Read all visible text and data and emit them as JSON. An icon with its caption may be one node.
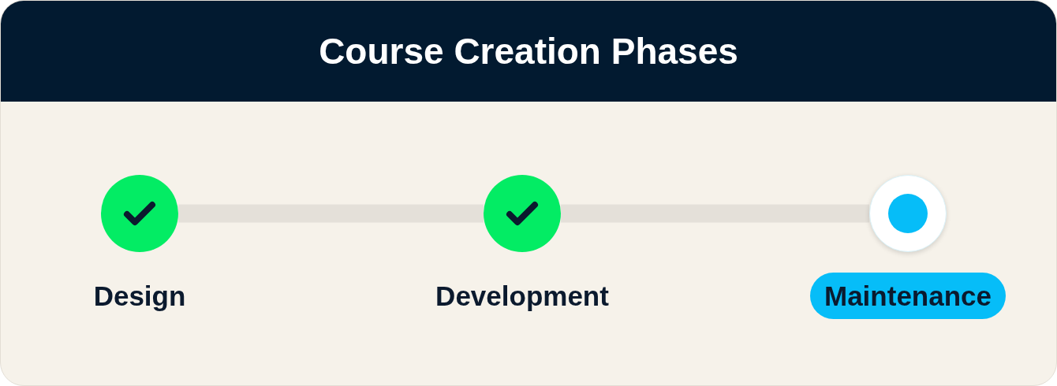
{
  "diagram": {
    "title": "Course Creation Phases",
    "nodes": [
      {
        "text": [],
        "shape": "circle",
        "beside": [
          "Design"
        ]
      },
      {
        "text": [],
        "shape": "circle",
        "beside": [
          "Development"
        ]
      },
      {
        "text": [],
        "shape": "circle",
        "beside": [
          "Maintenance"
        ]
      }
    ],
    "edges": [
      {
        "from": 0,
        "to": 1,
        "arrow": "none"
      },
      {
        "from": 1,
        "to": 2,
        "arrow": "none"
      }
    ]
  }
}
